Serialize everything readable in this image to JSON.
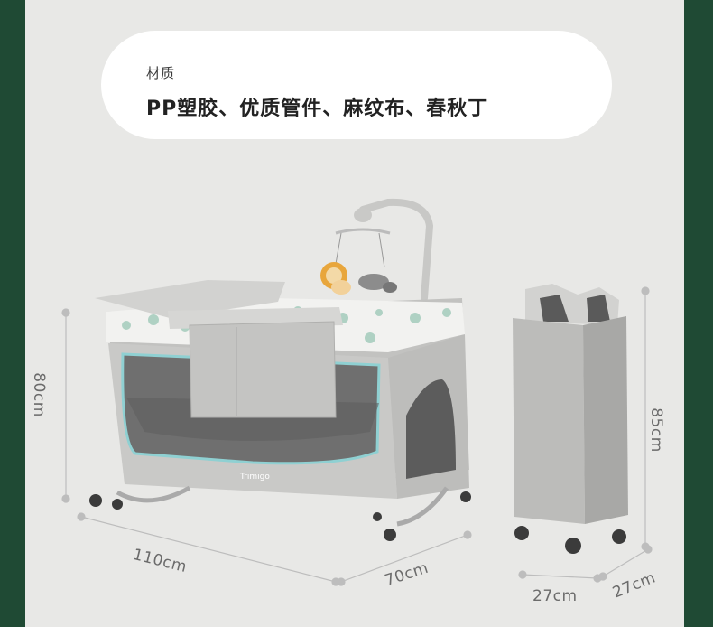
{
  "material": {
    "label": "材质",
    "value": "PP塑胶、优质管件、麻纹布、春秋丁"
  },
  "dimensions": {
    "height_crib": "80cm",
    "length": "110cm",
    "width": "70cm",
    "height_folded": "85cm",
    "folded_length": "27cm",
    "folded_width": "27cm"
  },
  "brand": {
    "logo_text": "Trimigo"
  },
  "colors": {
    "background": "#1f4a34",
    "panel": "#e8e8e6",
    "fabric": "#bdbdbb",
    "accent": "#7fc3c7"
  }
}
